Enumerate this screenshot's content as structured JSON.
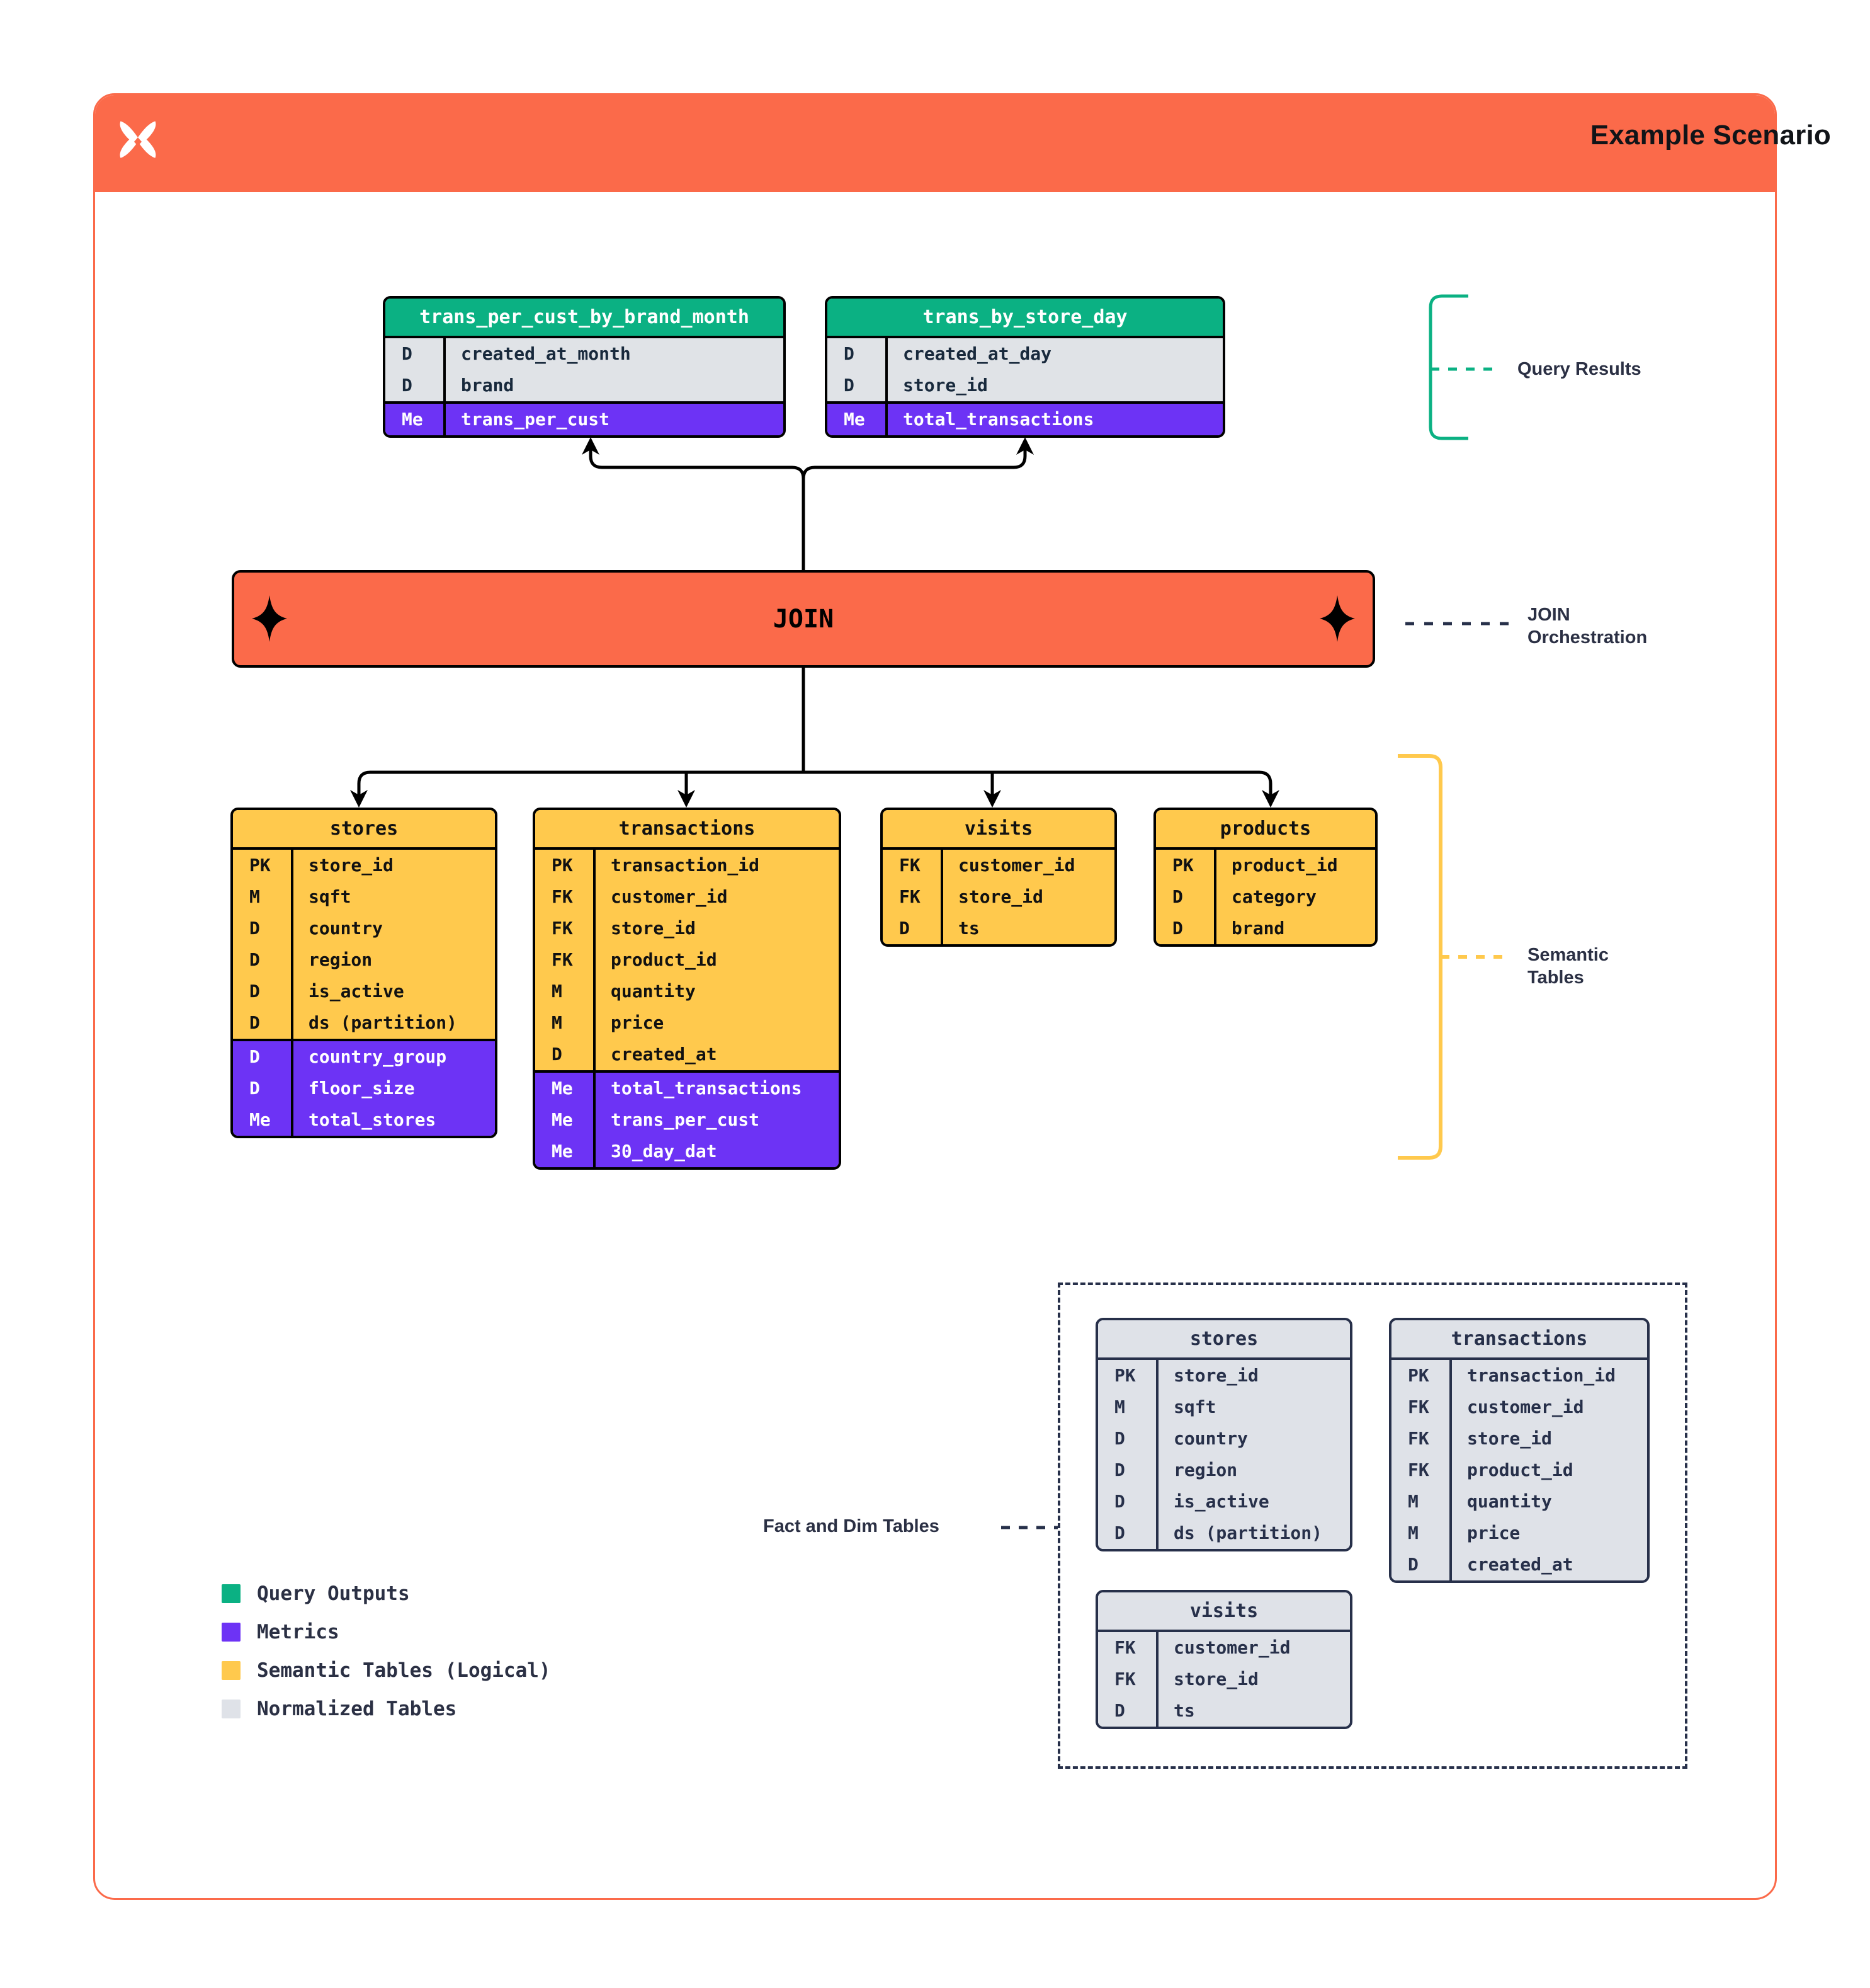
{
  "header": {
    "title": "Example Scenario",
    "logo_icon": "x-logo-icon"
  },
  "colors": {
    "brand_orange": "#fb6a4a",
    "query_green": "#0bb183",
    "metrics_purple": "#6d33f5",
    "semantic_yellow": "#ffc94d",
    "normalized_grey": "#dfe2e8",
    "ink": "#27304a"
  },
  "query_results": [
    {
      "name": "trans_per_cust_by_brand_month",
      "dims": [
        {
          "tag": "D",
          "field": "created_at_month"
        },
        {
          "tag": "D",
          "field": "brand"
        }
      ],
      "metrics": [
        {
          "tag": "Me",
          "field": "trans_per_cust"
        }
      ]
    },
    {
      "name": "trans_by_store_day",
      "dims": [
        {
          "tag": "D",
          "field": "created_at_day"
        },
        {
          "tag": "D",
          "field": "store_id"
        }
      ],
      "metrics": [
        {
          "tag": "Me",
          "field": "total_transactions"
        }
      ]
    }
  ],
  "join": {
    "label": "JOIN",
    "left_icon": "sparkle-icon",
    "right_icon": "sparkle-icon"
  },
  "semantic_tables": [
    {
      "name": "stores",
      "columns": [
        {
          "tag": "PK",
          "field": "store_id"
        },
        {
          "tag": "M",
          "field": "sqft"
        },
        {
          "tag": "D",
          "field": "country"
        },
        {
          "tag": "D",
          "field": "region"
        },
        {
          "tag": "D",
          "field": "is_active"
        },
        {
          "tag": "D",
          "field": "ds (partition)"
        }
      ],
      "metrics": [
        {
          "tag": "D",
          "field": "country_group"
        },
        {
          "tag": "D",
          "field": "floor_size"
        },
        {
          "tag": "Me",
          "field": "total_stores"
        }
      ]
    },
    {
      "name": "transactions",
      "columns": [
        {
          "tag": "PK",
          "field": "transaction_id"
        },
        {
          "tag": "FK",
          "field": "customer_id"
        },
        {
          "tag": "FK",
          "field": "store_id"
        },
        {
          "tag": "FK",
          "field": "product_id"
        },
        {
          "tag": "M",
          "field": "quantity"
        },
        {
          "tag": "M",
          "field": "price"
        },
        {
          "tag": "D",
          "field": "created_at"
        }
      ],
      "metrics": [
        {
          "tag": "Me",
          "field": "total_transactions"
        },
        {
          "tag": "Me",
          "field": "trans_per_cust"
        },
        {
          "tag": "Me",
          "field": "30_day_dat"
        }
      ]
    },
    {
      "name": "visits",
      "columns": [
        {
          "tag": "FK",
          "field": "customer_id"
        },
        {
          "tag": "FK",
          "field": "store_id"
        },
        {
          "tag": "D",
          "field": "ts"
        }
      ],
      "metrics": []
    },
    {
      "name": "products",
      "columns": [
        {
          "tag": "PK",
          "field": "product_id"
        },
        {
          "tag": "D",
          "field": "category"
        },
        {
          "tag": "D",
          "field": "brand"
        }
      ],
      "metrics": []
    }
  ],
  "normalized_tables": [
    {
      "name": "stores",
      "columns": [
        {
          "tag": "PK",
          "field": "store_id"
        },
        {
          "tag": "M",
          "field": "sqft"
        },
        {
          "tag": "D",
          "field": "country"
        },
        {
          "tag": "D",
          "field": "region"
        },
        {
          "tag": "D",
          "field": "is_active"
        },
        {
          "tag": "D",
          "field": "ds (partition)"
        }
      ]
    },
    {
      "name": "transactions",
      "columns": [
        {
          "tag": "PK",
          "field": "transaction_id"
        },
        {
          "tag": "FK",
          "field": "customer_id"
        },
        {
          "tag": "FK",
          "field": "store_id"
        },
        {
          "tag": "FK",
          "field": "product_id"
        },
        {
          "tag": "M",
          "field": "quantity"
        },
        {
          "tag": "M",
          "field": "price"
        },
        {
          "tag": "D",
          "field": "created_at"
        }
      ]
    },
    {
      "name": "visits",
      "columns": [
        {
          "tag": "FK",
          "field": "customer_id"
        },
        {
          "tag": "FK",
          "field": "store_id"
        },
        {
          "tag": "D",
          "field": "ts"
        }
      ]
    }
  ],
  "annotations": {
    "query_results": "Query Results",
    "join_orchestration_line1": "JOIN",
    "join_orchestration_line2": "Orchestration",
    "semantic_tables_line1": "Semantic",
    "semantic_tables_line2": "Tables",
    "fact_and_dim": "Fact and Dim Tables"
  },
  "legend": [
    {
      "swatch": "#0bb183",
      "label": "Query Outputs"
    },
    {
      "swatch": "#6d33f5",
      "label": "Metrics"
    },
    {
      "swatch": "#ffc94d",
      "label": "Semantic Tables (Logical)"
    },
    {
      "swatch": "#dfe2e8",
      "label": "Normalized Tables"
    }
  ]
}
